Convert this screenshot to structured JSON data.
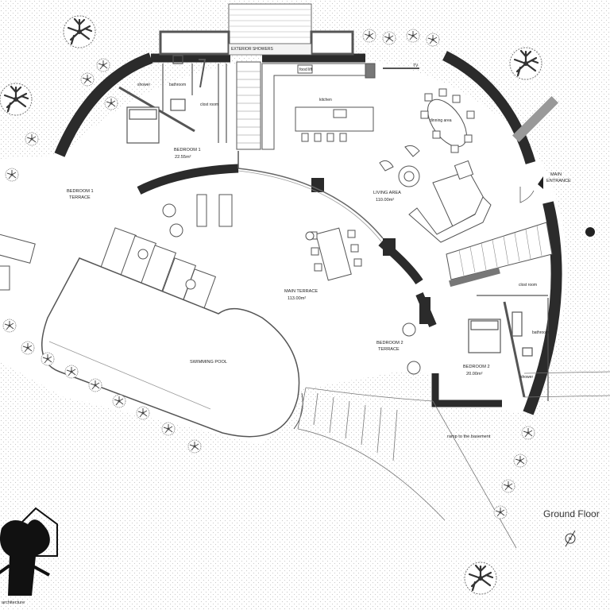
{
  "diagram": {
    "title": "Ground Floor",
    "north_mark": "N",
    "logo_text": "architecture",
    "rooms": {
      "exterior_showers": "EXTERIOR SHOWERS",
      "shower_left": "shower",
      "bathroom_left": "bathroom",
      "closet_left": "clost room",
      "bedroom1": "BEDROOM 1",
      "bedroom1_area": "22.55m²",
      "bedroom1_terrace_a": "BEDROOM 1",
      "bedroom1_terrace_b": "TERRACE",
      "kitchen": "kitchen",
      "food_lift": "food lift",
      "tv": "TV",
      "dinning": "dinning area",
      "living": "LIVING AREA",
      "living_area": "110.00m²",
      "main_entrance_a": "MAIN",
      "main_entrance_b": "ENTRANCE",
      "main_terrace": "MAIN TERRACE",
      "main_terrace_area": "113.00m²",
      "swimming_pool": "SWIMMING POOL",
      "closet_right": "clost room",
      "bathroom_right": "bathroom",
      "shower_right": "shower",
      "bedroom2_terrace_a": "BEDROOM 2",
      "bedroom2_terrace_b": "TERRACE",
      "bedroom2": "BEDROOM 2",
      "bedroom2_area": "20.00m²",
      "ramp": "ramp to the basement"
    },
    "colors": {
      "wall": "#2b2b2b",
      "line": "#555555",
      "ground_dot": "#cfcfcf"
    }
  }
}
